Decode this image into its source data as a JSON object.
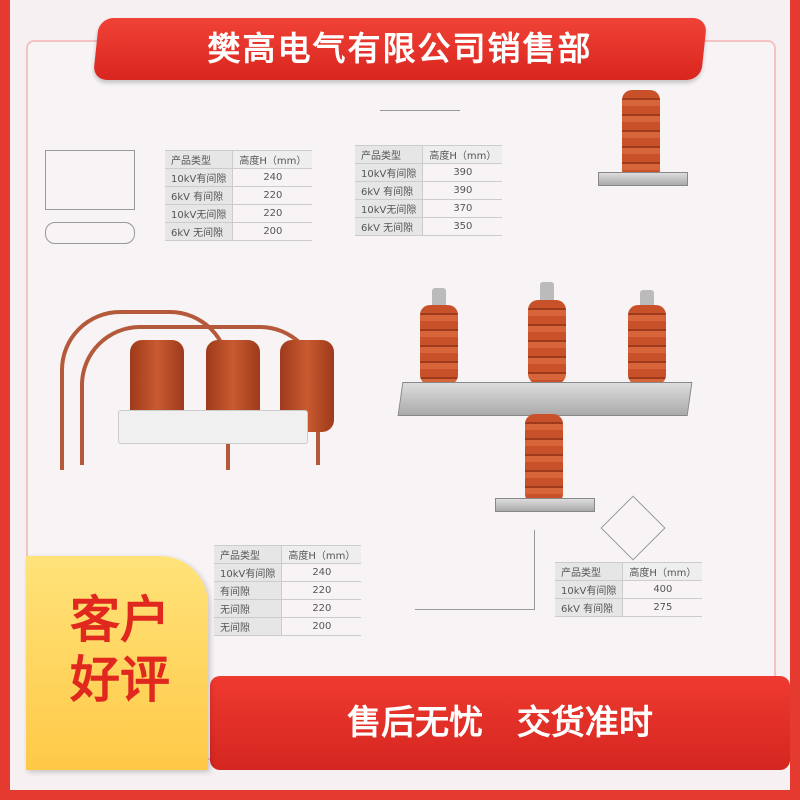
{
  "header": {
    "title": "樊高电气有限公司销售部"
  },
  "tables": [
    {
      "headers": [
        "产品类型",
        "高度H（mm）"
      ],
      "rows": [
        [
          "10kV有间隙",
          "240"
        ],
        [
          "6kV 有间隙",
          "220"
        ],
        [
          "10kV无间隙",
          "220"
        ],
        [
          "6kV 无间隙",
          "200"
        ]
      ]
    },
    {
      "headers": [
        "产品类型",
        "高度H（mm）"
      ],
      "rows": [
        [
          "10kV有间隙",
          "390"
        ],
        [
          "6kV 有间隙",
          "390"
        ],
        [
          "10kV无间隙",
          "370"
        ],
        [
          "6kV 无间隙",
          "350"
        ]
      ]
    },
    {
      "headers": [
        "产品类型",
        "高度H（mm）"
      ],
      "rows": [
        [
          "10kV有间隙",
          "240"
        ],
        [
          "有间隙",
          "220"
        ],
        [
          "无间隙",
          "220"
        ],
        [
          "无间隙",
          "200"
        ]
      ]
    },
    {
      "headers": [
        "产品类型",
        "高度H（mm）"
      ],
      "rows": [
        [
          "10kV有间隙",
          "400"
        ],
        [
          "6kV 有间隙",
          "275"
        ]
      ]
    }
  ],
  "badge": {
    "line1": "客户",
    "line2": "好评"
  },
  "footer": {
    "slogan": "售后无忧 交货准时"
  },
  "colors": {
    "red": "#e53a2f",
    "yellow": "#ffd55c"
  }
}
